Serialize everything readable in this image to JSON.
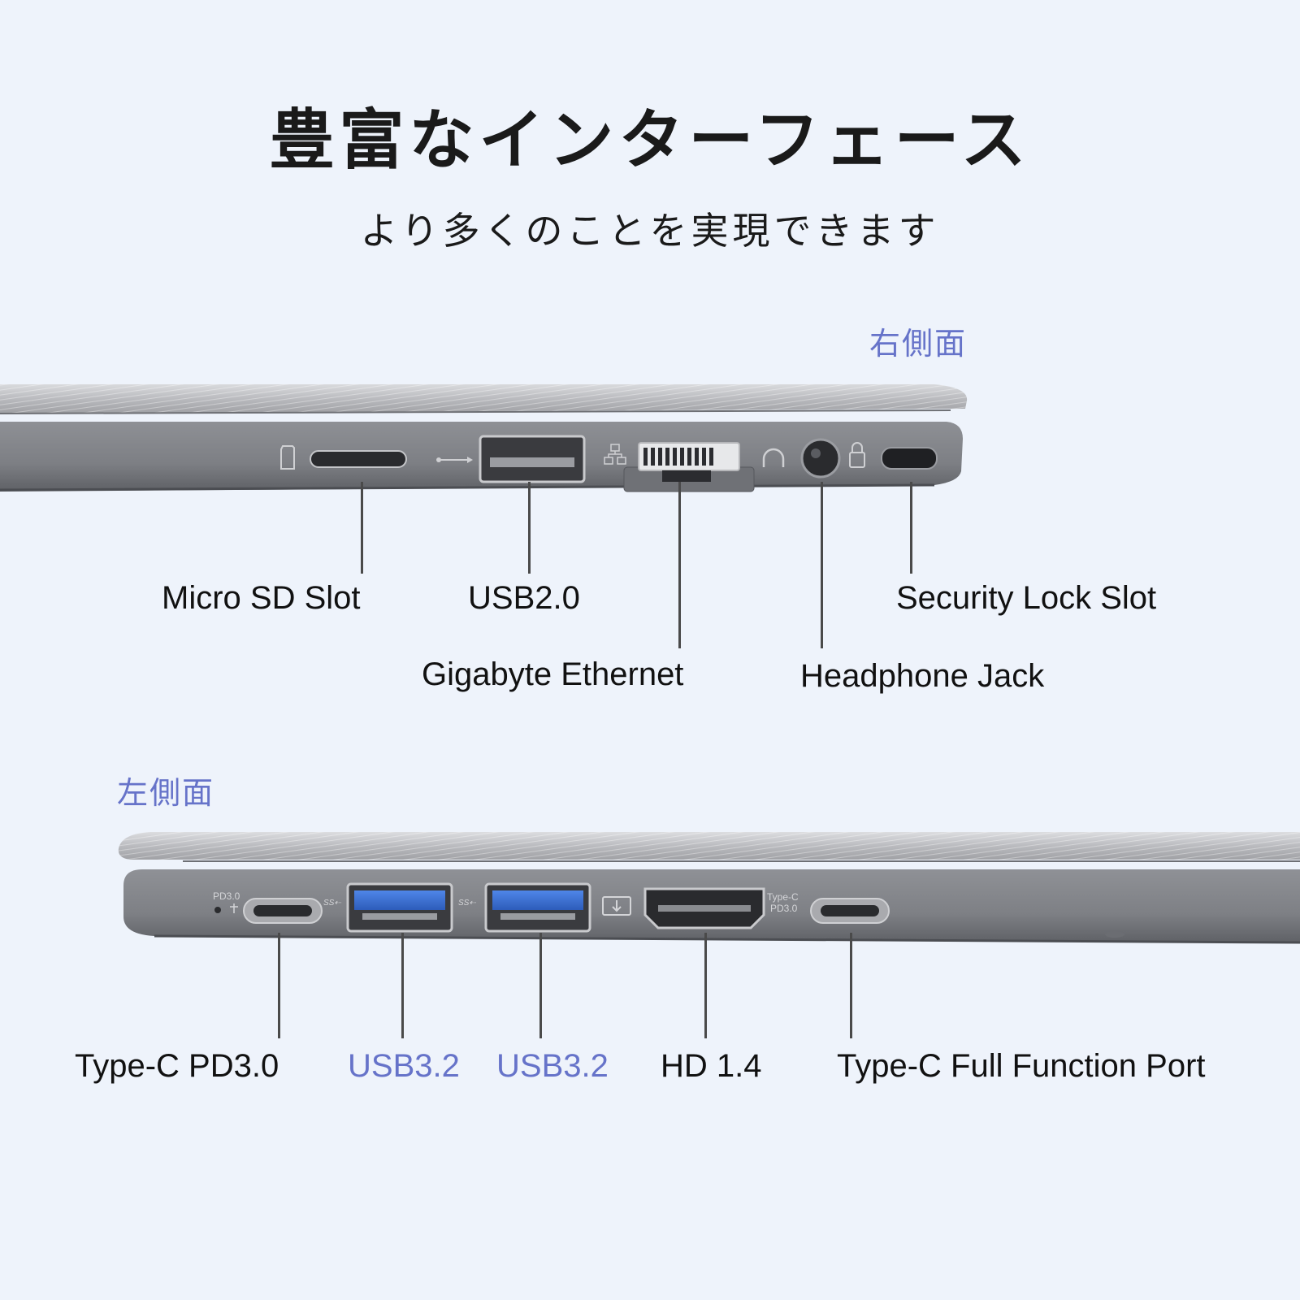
{
  "title": "豊富なインターフェース",
  "subtitle": "より多くのことを実現できます",
  "colors": {
    "background": "#eef3fb",
    "accent_blue": "#6673c9",
    "usb3_blue": "#3b6fd1",
    "chassis": "#8d8f94"
  },
  "right_side": {
    "label": "右側面",
    "ports": [
      {
        "name": "Micro SD Slot",
        "icon": "micro-sd-icon"
      },
      {
        "name": "USB2.0",
        "icon": "usb-icon"
      },
      {
        "name": "Gigabyte Ethernet",
        "icon": "ethernet-icon"
      },
      {
        "name": "Headphone Jack",
        "icon": "headphone-icon"
      },
      {
        "name": "Security Lock Slot",
        "icon": "lock-icon"
      }
    ]
  },
  "left_side": {
    "label": "左側面",
    "engraving_pd": "PD3.0",
    "engraving_typec": "Type-C",
    "engraving_typec_pd": "PD3.0",
    "engraving_ss": "SS⇠",
    "ports": [
      {
        "name": "Type-C PD3.0",
        "icon": "usb-c-icon"
      },
      {
        "name": "USB3.2",
        "icon": "usb3-icon"
      },
      {
        "name": "USB3.2",
        "icon": "usb3-icon"
      },
      {
        "name": "HD 1.4",
        "icon": "hdmi-icon"
      },
      {
        "name": "Type-C Full Function Port",
        "icon": "usb-c-icon"
      }
    ]
  }
}
